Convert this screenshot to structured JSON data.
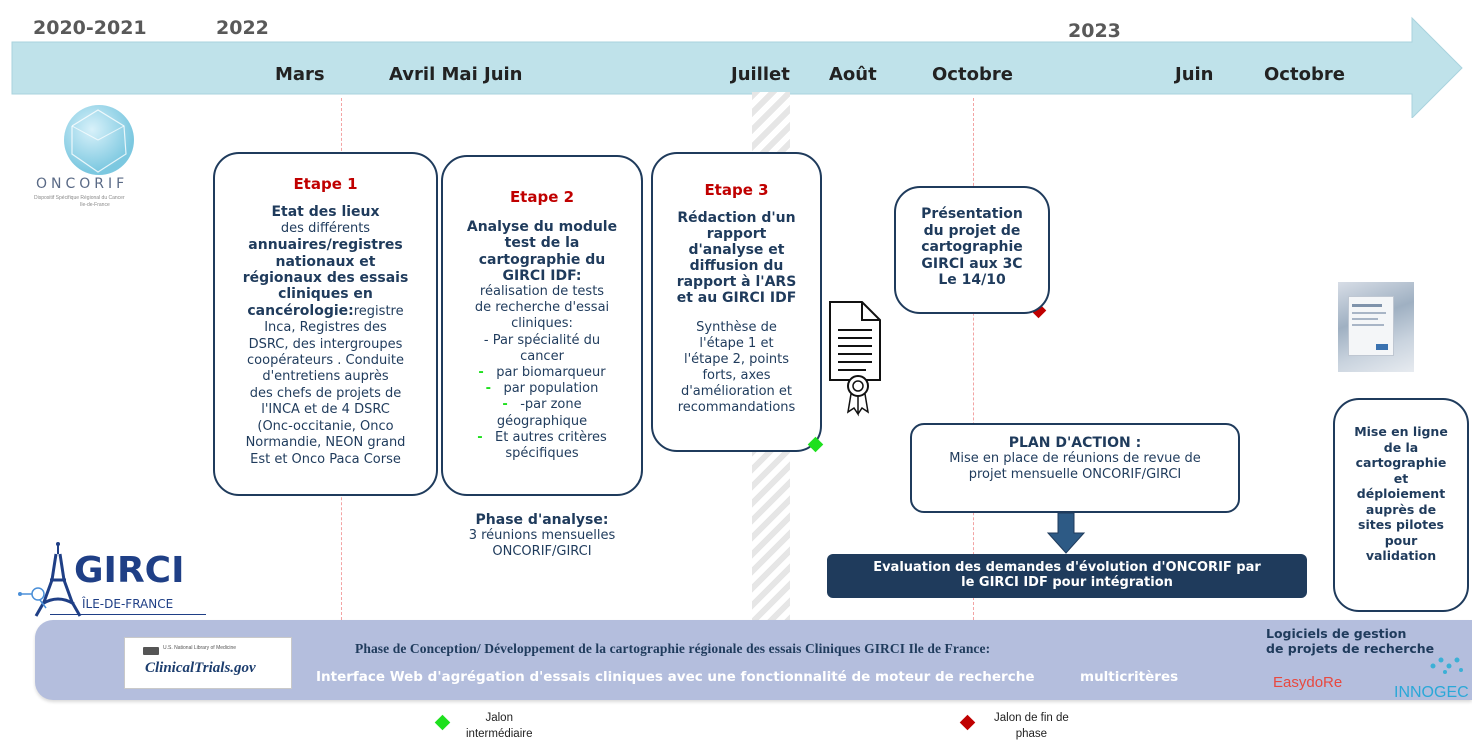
{
  "timeline": {
    "years": [
      "2020-2021",
      "2022",
      "2023"
    ],
    "months": [
      "Mars",
      "Avril Mai Juin",
      "Juillet",
      "Août",
      "Octobre",
      "Juin",
      "Octobre"
    ]
  },
  "logos": {
    "oncorif_name": "ONCORIF",
    "oncorif_tagline_1": "Dispositif Spécifique Régional du Cancer",
    "oncorif_tagline_2": "Ile-de-France",
    "girci_name": "GIRCI",
    "girci_region": "ÎLE-DE-FRANCE",
    "ct_nlm": "U.S. National Library of Medicine",
    "ct_name": "ClinicalTrials.gov",
    "easydore": "EasydoRe",
    "innogec": "INNOGEC"
  },
  "etape1": {
    "title": "Etape 1",
    "heading": "Etat des lieux",
    "l1": "des différents",
    "b1": "annuaires/registres",
    "b2": "nationaux et",
    "b3": "régionaux des essais",
    "b4": "cliniques en",
    "b5": "cancérologie:",
    "n1": "registre",
    "n2": "Inca, Registres des",
    "n3": "DSRC, des intergroupes",
    "n4": "coopérateurs . Conduite",
    "n5": "d'entretiens auprès",
    "n6": "des chefs de projets de",
    "n7": "l'INCA et de 4 DSRC",
    "n8": "(Onc-occitanie, Onco",
    "n9": "Normandie, NEON grand",
    "n10": "Est et Onco Paca Corse"
  },
  "etape2": {
    "title": "Etape 2",
    "b1": "Analyse du module",
    "b2": "test de la",
    "b3": "cartographie du",
    "b4": "GIRCI IDF:",
    "n1": "réalisation de tests",
    "n2": "de recherche d'essai",
    "n3": "cliniques:",
    "n4": "- Par spécialité du",
    "n5": "cancer",
    "n6": "par biomarqueur",
    "n7": "par population",
    "n8": "-par zone",
    "n9": "géographique",
    "n10": "Et autres critères",
    "n11": "spécifiques",
    "dash": "-"
  },
  "phase_analyse": {
    "title": "Phase d'analyse:",
    "l1": "3 réunions mensuelles",
    "l2": "ONCORIF/GIRCI"
  },
  "etape3": {
    "title": "Etape 3",
    "b1": "Rédaction d'un",
    "b2": "rapport",
    "b3": "d'analyse et",
    "b4": "diffusion du",
    "b5": "rapport à l'ARS",
    "b6": "et au GIRCI IDF",
    "n1": "Synthèse de",
    "n2": "l'étape 1 et",
    "n3": "l'étape 2, points",
    "n4": "forts, axes",
    "n5": "d'amélioration et",
    "n6": "recommandations"
  },
  "presentation": {
    "l1": "Présentation",
    "l2": "du projet de",
    "l3": "cartographie",
    "l4": "GIRCI aux 3C",
    "l5": "Le 14/10"
  },
  "plan_action": {
    "title": "PLAN D'ACTION :",
    "l1": "Mise en place de réunions de revue de",
    "l2": "projet mensuelle ONCORIF/GIRCI"
  },
  "evaluation": {
    "l1": "Evaluation des demandes d'évolution d'ONCORIF par",
    "l2": "le GIRCI IDF pour intégration"
  },
  "mise_en_ligne": {
    "l1": "Mise en ligne",
    "l2": "de la",
    "l3": "cartographie",
    "l4": "et",
    "l5": "déploiement",
    "l6": "auprès de",
    "l7": "sites pilotes",
    "l8": "pour",
    "l9": "validation"
  },
  "banner": {
    "main": "Phase de Conception/ Développement de la cartographie régionale des essais Cliniques GIRCI Ile de France:",
    "sub": "Interface Web d'agrégation d'essais cliniques avec une fonctionnalité de moteur de recherche",
    "sub_overlap": "multicritères",
    "logiciels_1": "Logiciels de gestion",
    "logiciels_2": "de projets de recherche"
  },
  "legend": {
    "intermediaire_1": "Jalon",
    "intermediaire_2": "intermédiaire",
    "fin_1": "Jalon de fin de",
    "fin_2": "phase"
  },
  "colors": {
    "arrow": "#bfe2ea",
    "banner": "#b4bedd",
    "navy": "#1f3b5c",
    "etape_title": "#c00000",
    "milestone_green": "#1ee01e",
    "milestone_red": "#c00000"
  }
}
